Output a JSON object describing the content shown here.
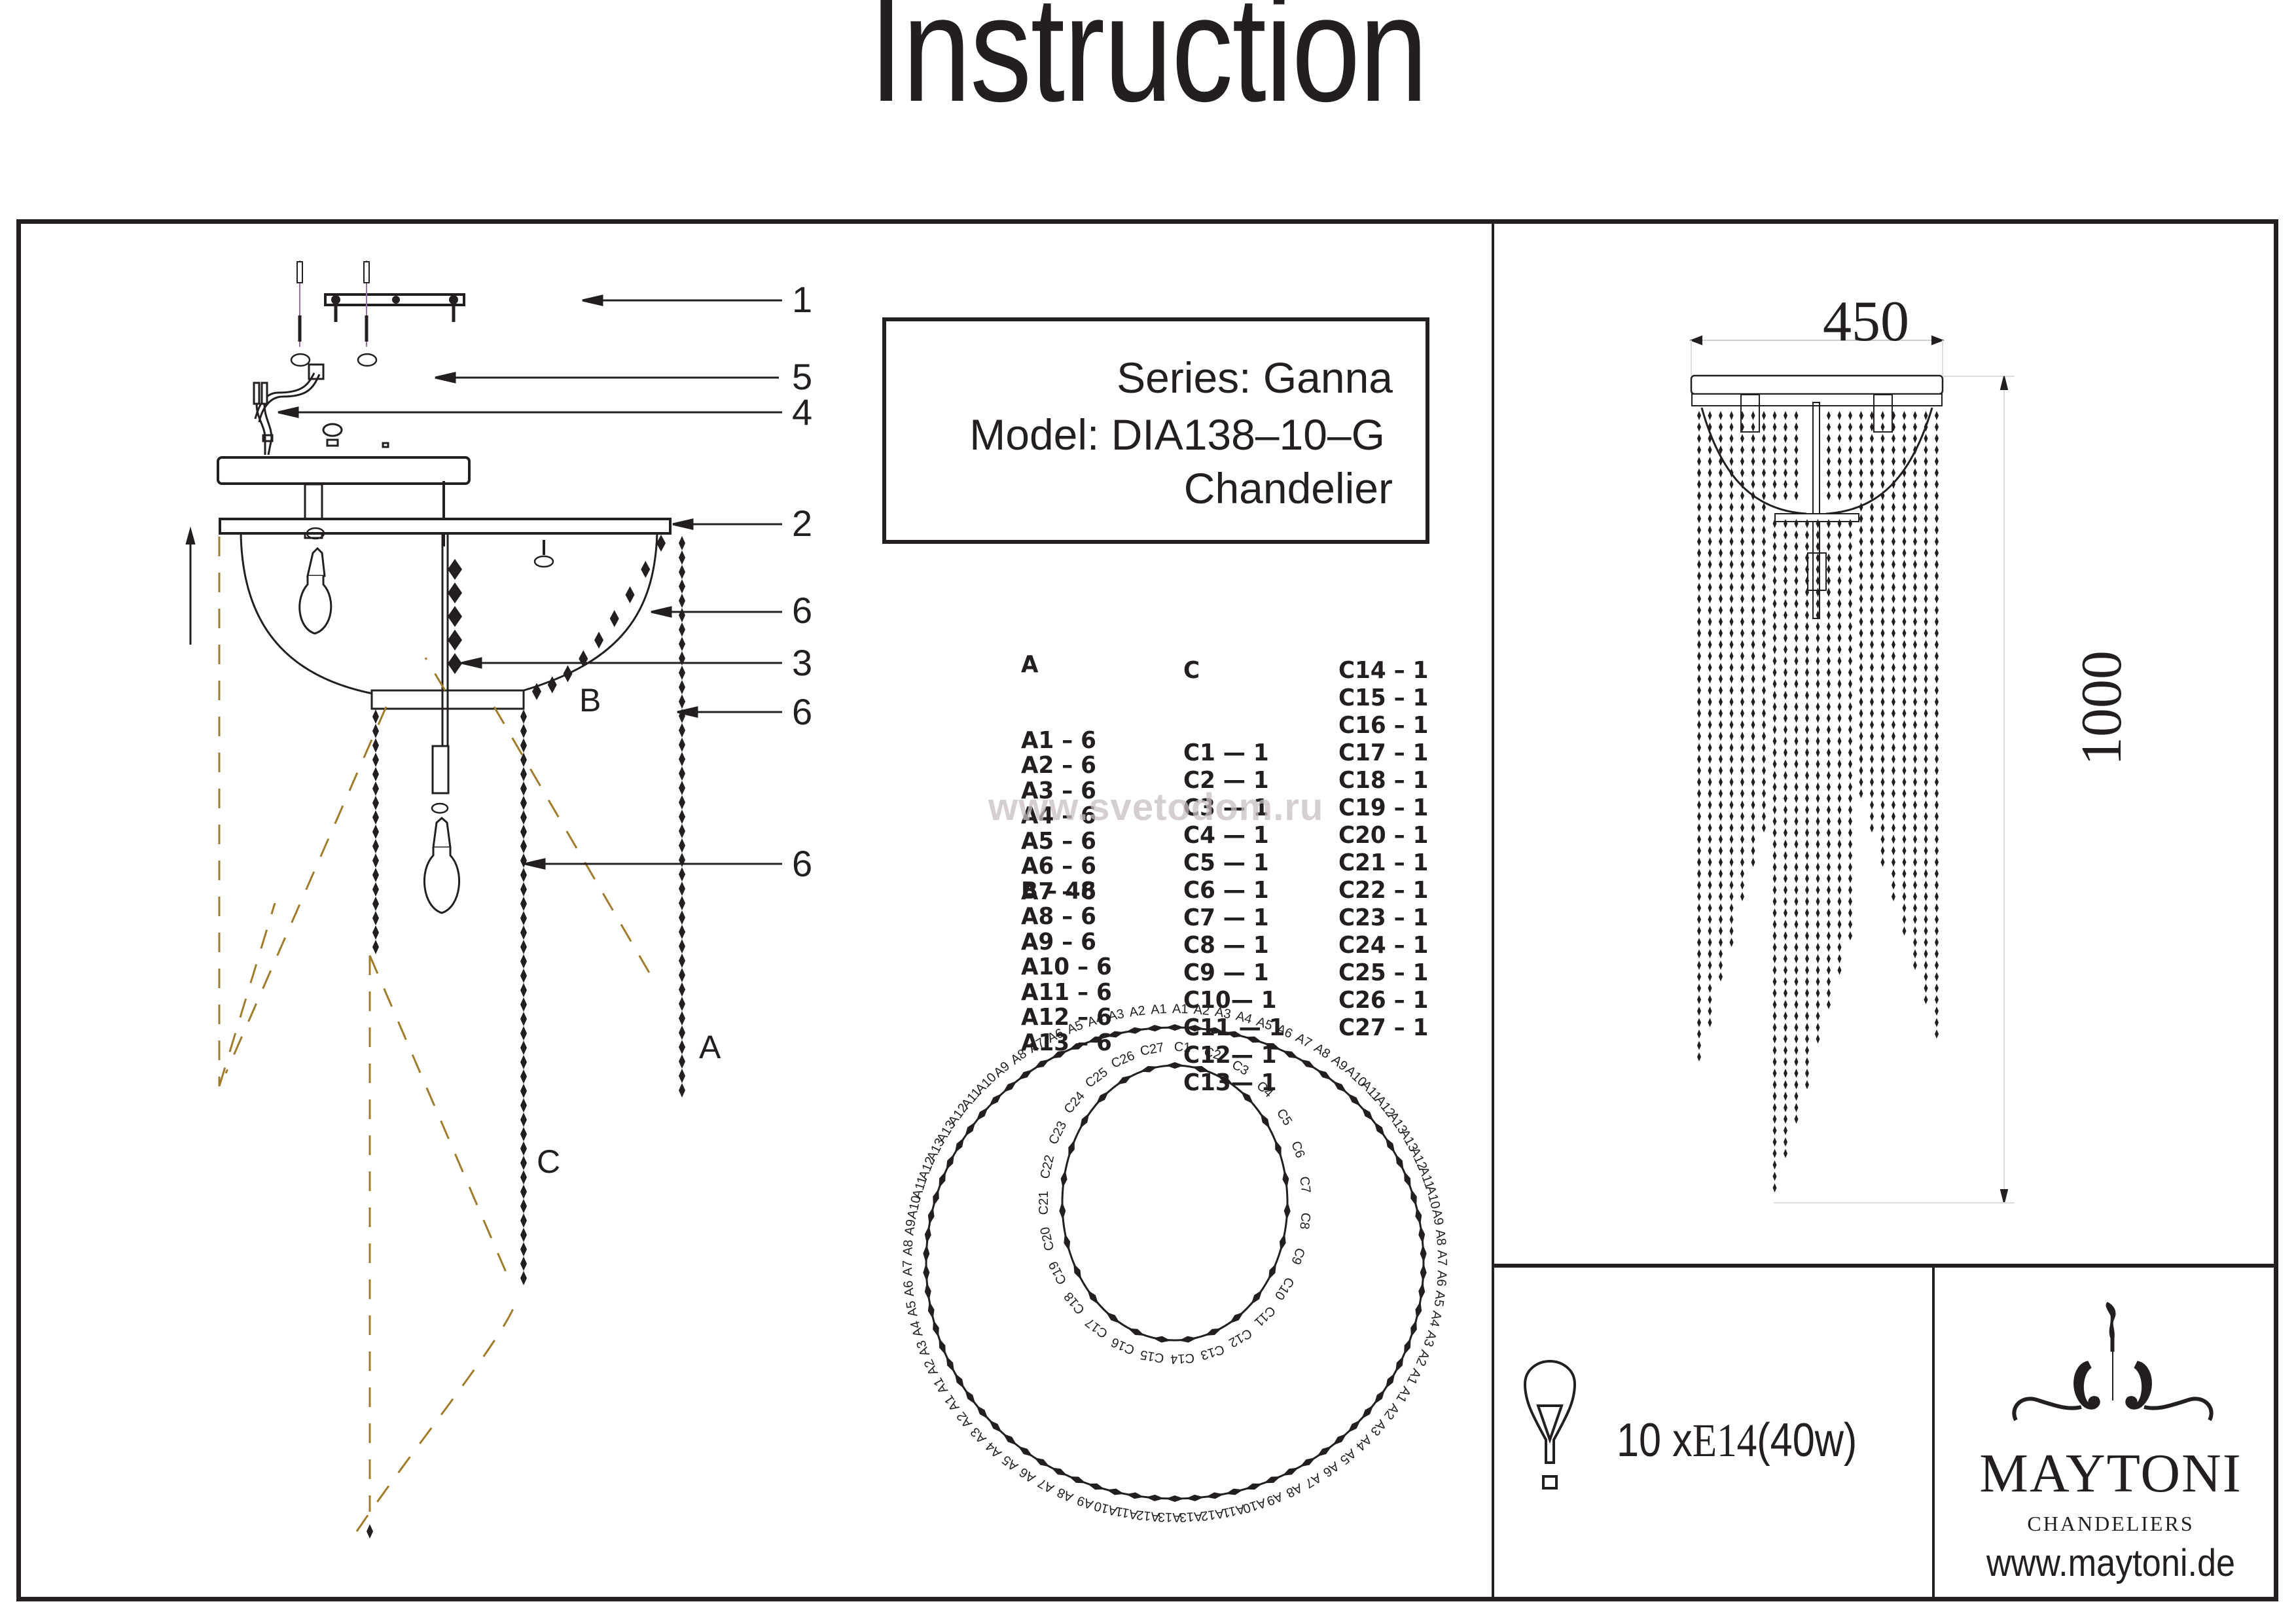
{
  "title": "Instruction",
  "product": {
    "series": "Series: Ganna",
    "model": "Model: DIA138–10–G",
    "type": "Chandelier"
  },
  "watermark": "www.svetodom.ru",
  "assembly": {
    "callouts": [
      "1",
      "5",
      "4",
      "2",
      "6",
      "3",
      "6",
      "6"
    ],
    "strand_labels": {
      "a": "A",
      "b": "B",
      "c": "C"
    }
  },
  "parts_list": {
    "col_a_header": "A",
    "col_a": [
      "A1 – 6",
      "A2 – 6",
      "A3 – 6",
      "A4 – 6",
      "A5 – 6",
      "A6 – 6",
      "A7 – 6",
      "A8 – 6",
      "A9 – 6",
      "A10 – 6",
      "A11 – 6",
      "A12 – 6",
      "A13 – 6"
    ],
    "b_total": "B – 48",
    "col_c_header": "C",
    "col_c1": [
      "C1 — 1",
      "C2 — 1",
      "C3 — 1",
      "C4 — 1",
      "C5 — 1",
      "C6 — 1",
      "C7 — 1",
      "C8 — 1",
      "C9 — 1",
      "C10— 1",
      "C11 — 1",
      "C12— 1",
      "C13— 1"
    ],
    "col_c2": [
      "C14 – 1",
      "C15 – 1",
      "C16 – 1",
      "C17 – 1",
      "C18 – 1",
      "C19 – 1",
      "C20 – 1",
      "C21 – 1",
      "C22 – 1",
      "C23 – 1",
      "C24 – 1",
      "C25 – 1",
      "C26 – 1",
      "C27 – 1"
    ]
  },
  "ring_layout": {
    "outer_ring_sequence": [
      "A1",
      "A2",
      "A3",
      "A4",
      "A5",
      "A6",
      "A7",
      "A8",
      "A9",
      "A10",
      "A11",
      "A12",
      "A13",
      "A13",
      "A12",
      "A11",
      "A10",
      "A9",
      "A8",
      "A7",
      "A6",
      "A5",
      "A4",
      "A3",
      "A2",
      "A1"
    ],
    "outer_ring_repeats": 3,
    "inner_ring_sequence": [
      "C1",
      "C2",
      "C3",
      "C4",
      "C5",
      "C6",
      "C7",
      "C8",
      "C9",
      "C10",
      "C11",
      "C12",
      "C13",
      "C14",
      "C15",
      "C16",
      "C17",
      "C18",
      "C19",
      "C20",
      "C21",
      "C22",
      "C23",
      "C24",
      "C25",
      "C26",
      "C27"
    ]
  },
  "dimensions": {
    "width": "450",
    "height": "1000"
  },
  "lamp_spec": {
    "count": "10",
    "x": "x",
    "socket": "E14",
    "wattage": "(40w)"
  },
  "brand": {
    "name": "MAYTONI",
    "subtitle": "CHANDELIERS",
    "url": "www.maytoni.de"
  }
}
